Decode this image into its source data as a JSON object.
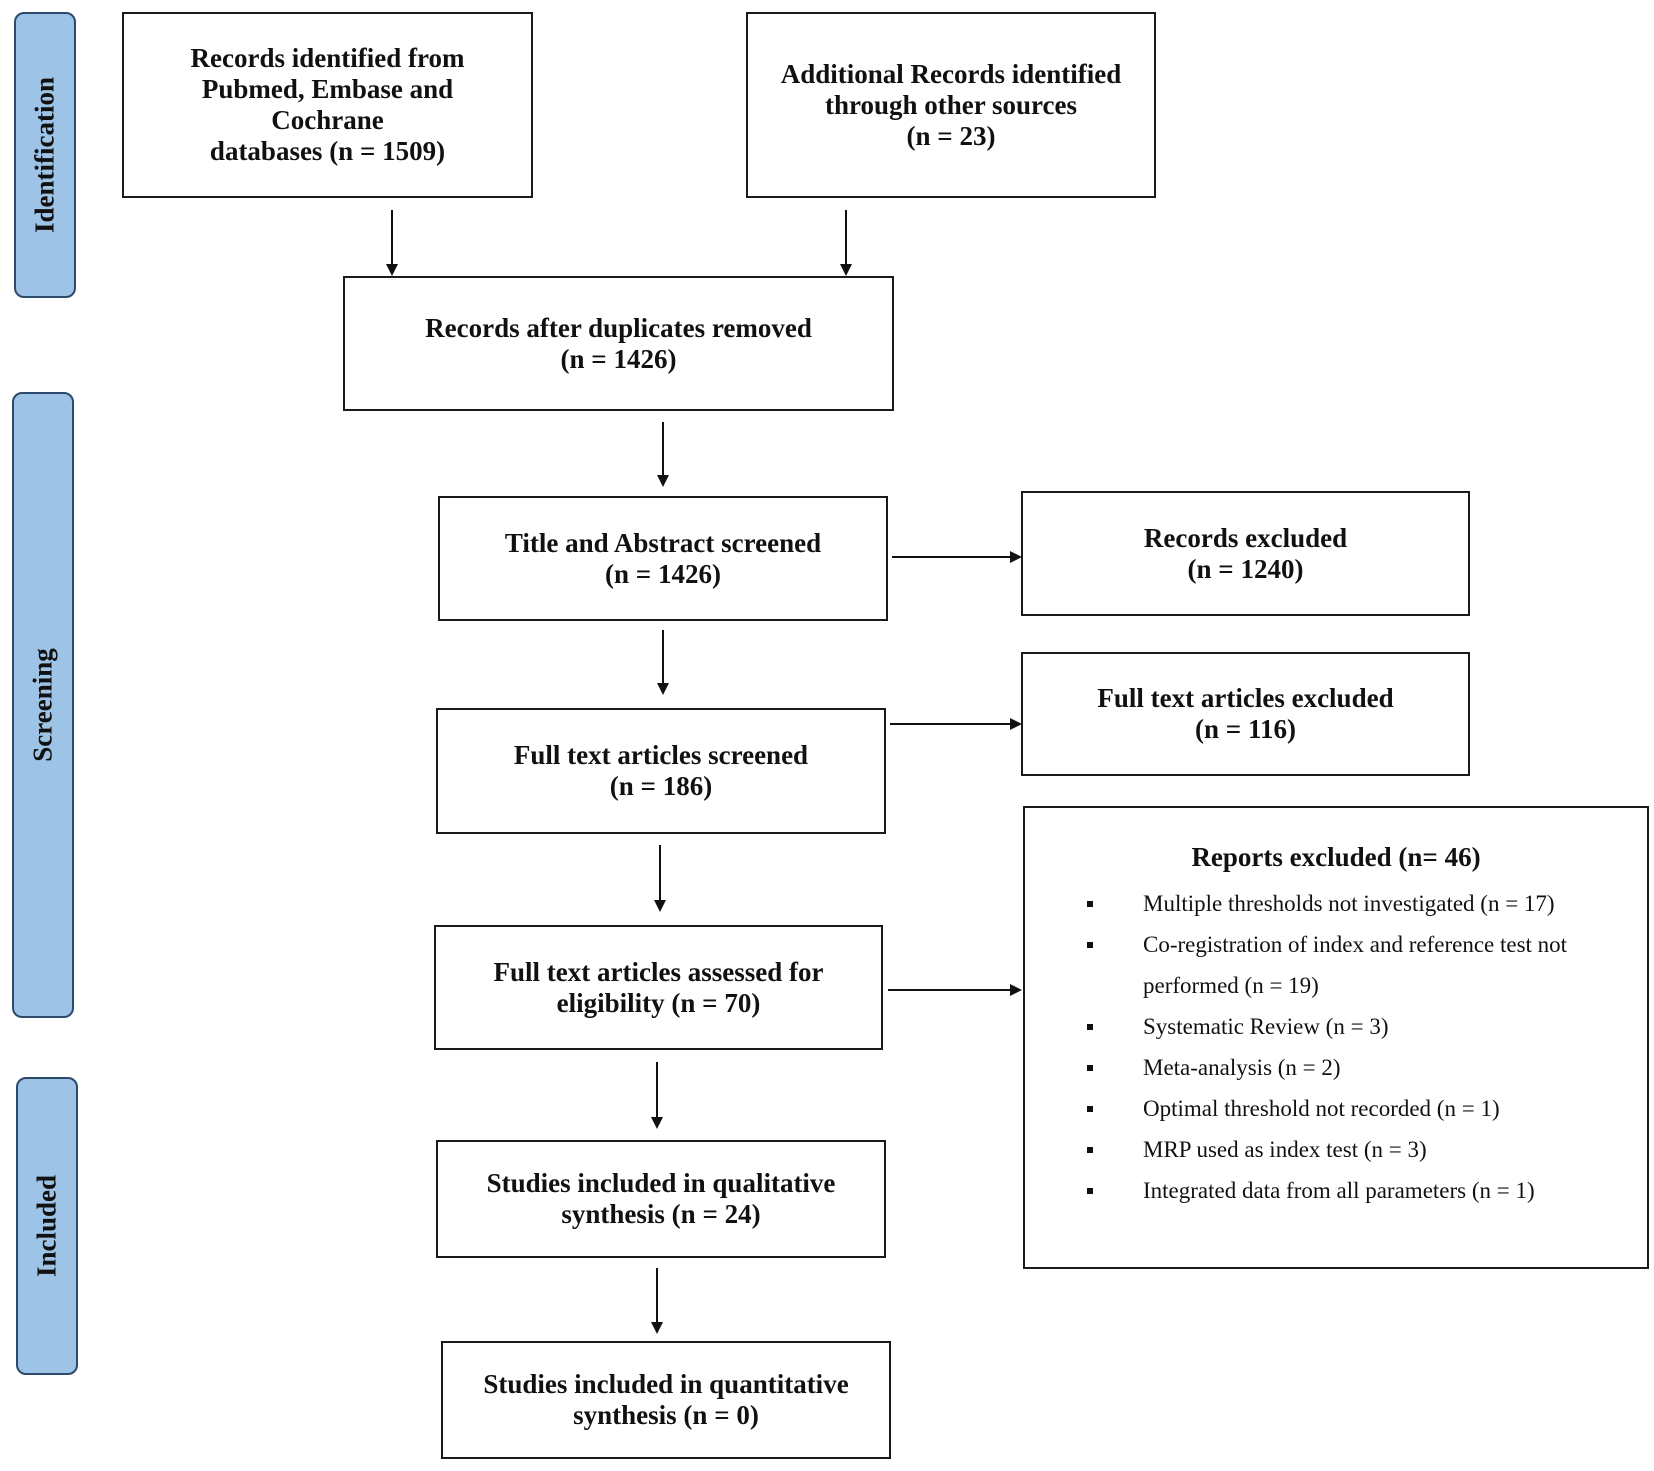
{
  "phases": {
    "identification": "Identification",
    "screening": "Screening",
    "included": "Included"
  },
  "boxes": {
    "records_identified": [
      "Records identified from",
      "Pubmed, Embase and",
      "Cochrane",
      "databases (n = 1509)"
    ],
    "additional_records": [
      "Additional Records identified",
      "through other sources",
      "(n = 23)"
    ],
    "after_duplicates": [
      "Records after duplicates removed",
      "(n = 1426)"
    ],
    "title_abstract": [
      "Title and Abstract screened",
      "(n = 1426)"
    ],
    "records_excluded": [
      "Records excluded",
      "(n = 1240)"
    ],
    "fulltext_screened": [
      "Full text articles screened",
      "(n = 186)"
    ],
    "fulltext_excluded": [
      "Full text articles excluded",
      "(n = 116)"
    ],
    "fulltext_assessed": [
      "Full text articles assessed for",
      "eligibility (n = 70)"
    ],
    "qualitative": [
      "Studies included in qualitative",
      "synthesis (n = 24)"
    ],
    "quantitative": [
      "Studies included in quantitative",
      "synthesis (n = 0)"
    ]
  },
  "reports_excluded": {
    "title": "Reports excluded (n= 46)",
    "items": [
      "Multiple thresholds not investigated (n = 17)",
      "Co-registration of index and reference test not",
      "performed (n = 19)",
      "Systematic Review (n = 3)",
      "Meta-analysis (n = 2)",
      "Optimal threshold not recorded (n = 1)",
      "MRP used as index test (n = 3)",
      "Integrated data from all parameters (n = 1)"
    ],
    "bullets": [
      true,
      true,
      false,
      true,
      true,
      true,
      true,
      true
    ]
  }
}
